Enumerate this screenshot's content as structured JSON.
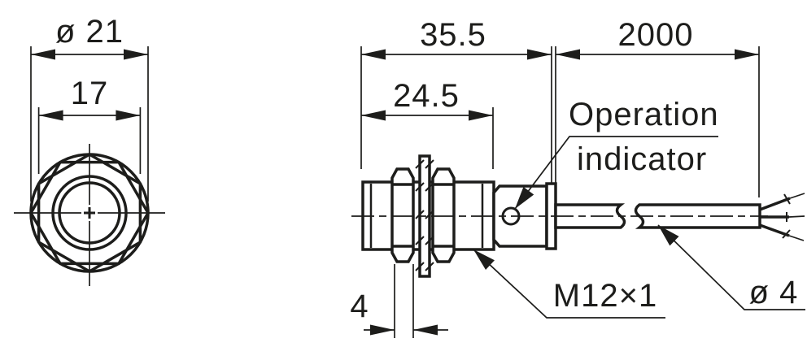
{
  "drawing": {
    "description_colors": {
      "line": "#1d1d1b",
      "background": "#ffffff"
    },
    "front_view": {
      "outer_diameter_label": "ø 21",
      "across_flats_label": "17"
    },
    "side_view": {
      "housing_length_label": "35.5",
      "thread_length_label": "24.5",
      "cable_length_label": "2000",
      "nut_thickness_label": "4",
      "operation_indicator_label_line1": "Operation",
      "operation_indicator_label_line2": "indicator",
      "thread_spec_label": "M12×1",
      "cable_diameter_label": "ø 4"
    }
  }
}
